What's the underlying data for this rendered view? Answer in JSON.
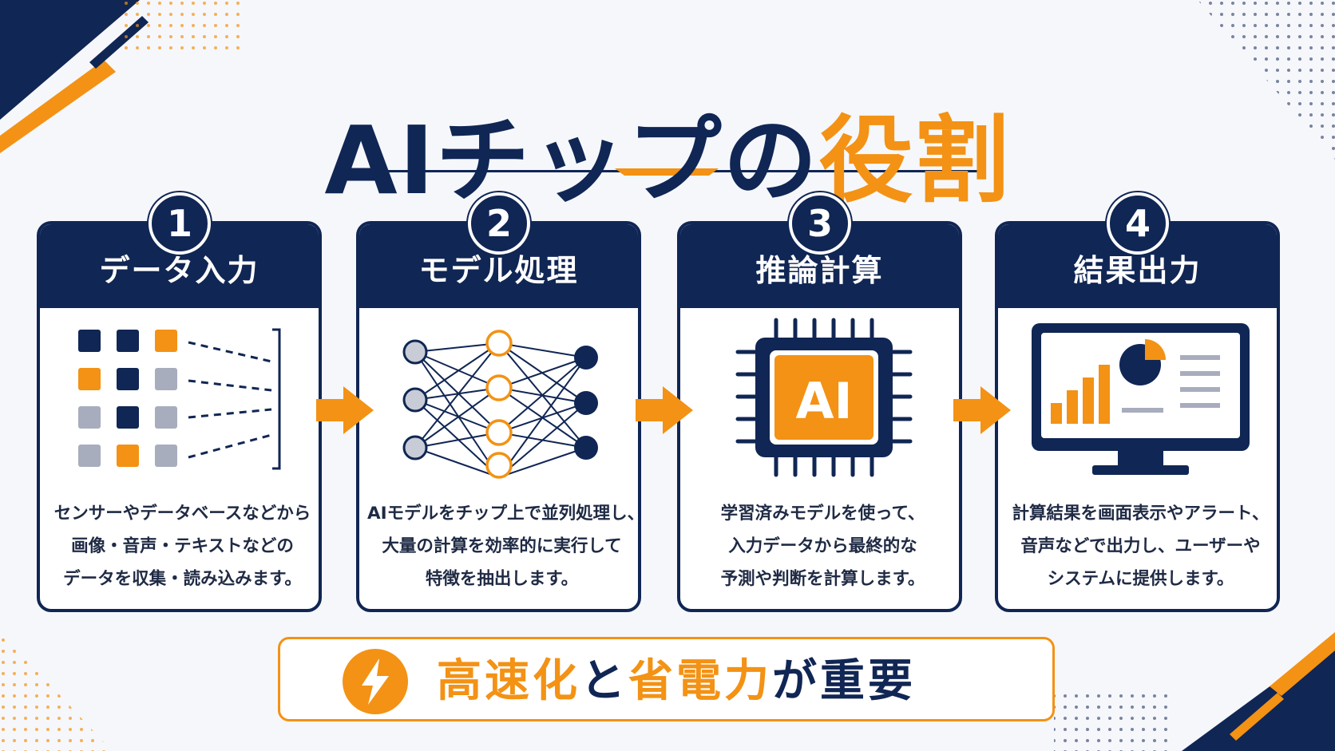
{
  "title": {
    "part1": "AIチップの",
    "part2": "役割"
  },
  "colors": {
    "navy": "#102654",
    "orange": "#f39214",
    "gray": "#a7adbd"
  },
  "steps": [
    {
      "number": "1",
      "title": "データ入力",
      "icon": "data-grid-icon",
      "desc": [
        "センサーやデータベースなどから",
        "画像・音声・テキストなどの",
        "データを収集・読み込みます。"
      ]
    },
    {
      "number": "2",
      "title": "モデル処理",
      "icon": "neural-network-icon",
      "desc": [
        "AIモデルをチップ上で並列処理し、",
        "大量の計算を効率的に実行して",
        "特徴を抽出します。"
      ]
    },
    {
      "number": "3",
      "title": "推論計算",
      "icon": "ai-chip-icon",
      "chip_label": "AI",
      "desc": [
        "学習済みモデルを使って、",
        "入力データから最終的な",
        "予測や判断を計算します。"
      ]
    },
    {
      "number": "4",
      "title": "結果出力",
      "icon": "monitor-chart-icon",
      "desc": [
        "計算結果を画面表示やアラート、",
        "音声などで出力し、ユーザーや",
        "システムに提供します。"
      ]
    }
  ],
  "bottom": {
    "icon": "lightning-icon",
    "part1": "高速化",
    "part2": "と",
    "part3": "省電力",
    "part4": "が重要"
  }
}
